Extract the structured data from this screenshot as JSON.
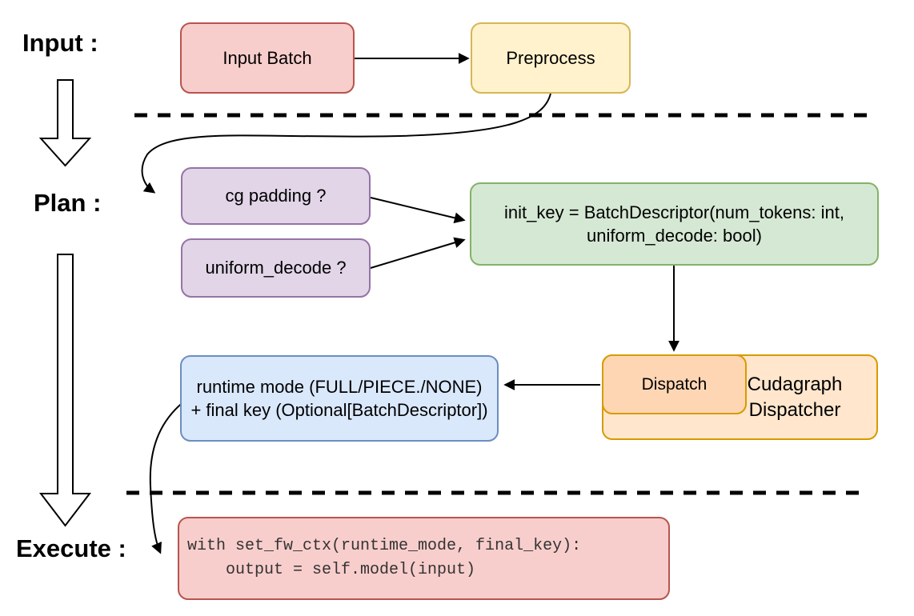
{
  "diagram": {
    "kind": "flowchart",
    "stage_labels": {
      "input": "Input :",
      "plan": "Plan :",
      "execute": "Execute :"
    },
    "nodes": {
      "input_batch": {
        "label": "Input Batch",
        "fill": "#f8cecc",
        "border": "#b85450"
      },
      "preprocess": {
        "label": "Preprocess",
        "fill": "#fff2cc",
        "border": "#d6b656"
      },
      "cg_padding": {
        "label": "cg padding ?",
        "fill": "#e1d5e7",
        "border": "#9673a6"
      },
      "uniform_decode": {
        "label": "uniform_decode ?",
        "fill": "#e1d5e7",
        "border": "#9673a6"
      },
      "init_key": {
        "line1": "init_key = BatchDescriptor(num_tokens: int,",
        "line2": "uniform_decode: bool)",
        "fill": "#d5e8d4",
        "border": "#82b366"
      },
      "dispatch": {
        "label": "Dispatch",
        "fill": "#ffd6b3",
        "border": "#d79b00"
      },
      "cudagraph_dispatcher": {
        "label": "Cudagraph Dispatcher",
        "fill": "#ffe6cc",
        "border": "#d79b00"
      },
      "runtime_result": {
        "line1": "runtime mode (FULL/PIECE./NONE)",
        "line2": "+ final key (Optional[BatchDescriptor])",
        "fill": "#dae8fc",
        "border": "#6c8ebf"
      },
      "execute_code": {
        "line1": "with set_fw_ctx(runtime_mode, final_key):",
        "line2": "    output = self.model(input)",
        "fill": "#f8cecc",
        "border": "#b85450"
      }
    },
    "edges": [
      {
        "from": "input_batch",
        "to": "preprocess"
      },
      {
        "from": "preprocess",
        "to": "cg_padding"
      },
      {
        "from": "cg_padding",
        "to": "init_key"
      },
      {
        "from": "uniform_decode",
        "to": "init_key"
      },
      {
        "from": "init_key",
        "to": "dispatch"
      },
      {
        "from": "dispatch",
        "to": "runtime_result"
      },
      {
        "from": "runtime_result",
        "to": "execute_code"
      }
    ],
    "dividers": {
      "style": "dashed",
      "count": 2
    }
  }
}
